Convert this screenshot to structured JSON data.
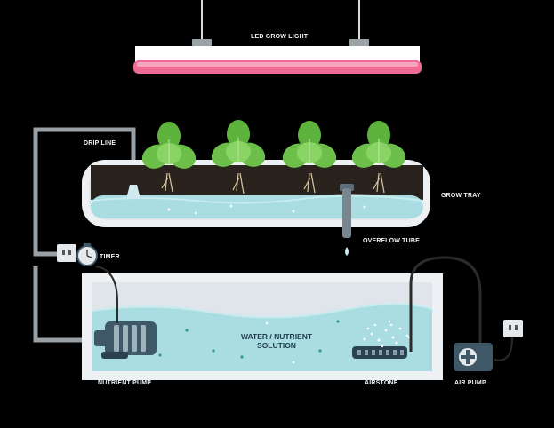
{
  "labels": {
    "light": "LED GROW LIGHT",
    "drip_line": "DRIP LINE",
    "grow_tray": "GROW TRAY",
    "overflow_tube": "OVERFLOW TUBE",
    "timer": "TIMER",
    "solution_line1": "WATER / NUTRIENT",
    "solution_line2": "SOLUTION",
    "nutrient_pump": "NUTRIENT PUMP",
    "airstone": "AIRSTONE",
    "air_pump": "AIR PUMP"
  },
  "colors": {
    "background": "#000000",
    "light_bar": "#f06b93",
    "water": "#a9dde2",
    "tray": "#eef1f4",
    "pump": "#3e5868",
    "leaf": "#6cc04a",
    "soil": "#2a221d"
  }
}
